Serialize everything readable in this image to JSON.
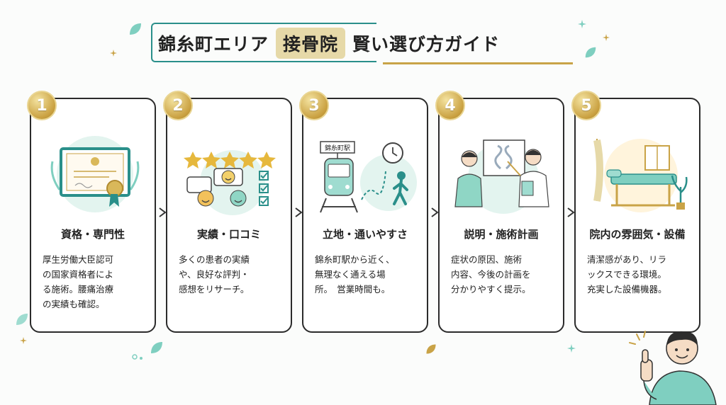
{
  "title": {
    "part1": "錦糸町エリア",
    "highlight": "接骨院",
    "part2": "賢い選び方ガイド"
  },
  "colors": {
    "accent": "#2a8f8a",
    "gold": "#c9a347",
    "mint": "#7fcfc0"
  },
  "steps": [
    {
      "number": "1",
      "title": "資格・専門性",
      "body": "厚生労働大臣認可\nの国家資格者によ\nる施術。腰痛治療\nの実績も確認。",
      "icon": "certificate-icon"
    },
    {
      "number": "2",
      "title": "実績・口コミ",
      "body": "多くの患者の実績\nや、良好な評判・\n感想をリサーチ。",
      "icon": "reviews-icon"
    },
    {
      "number": "3",
      "title": "立地・通いやすさ",
      "body": "錦糸町駅から近く、\n無理なく通える場\n所。　営業時間も。",
      "icon": "station-icon",
      "sign": "錦糸町駅"
    },
    {
      "number": "4",
      "title": "説明・施術計画",
      "body": "症状の原因、施術\n内容、今後の計画を\n分かりやすく提示。",
      "icon": "consultation-icon"
    },
    {
      "number": "5",
      "title": "院内の雰囲気・設備",
      "body": "清潔感があり、リラ\nックスできる環境。\n充実した設備機器。",
      "icon": "clinic-room-icon"
    }
  ]
}
